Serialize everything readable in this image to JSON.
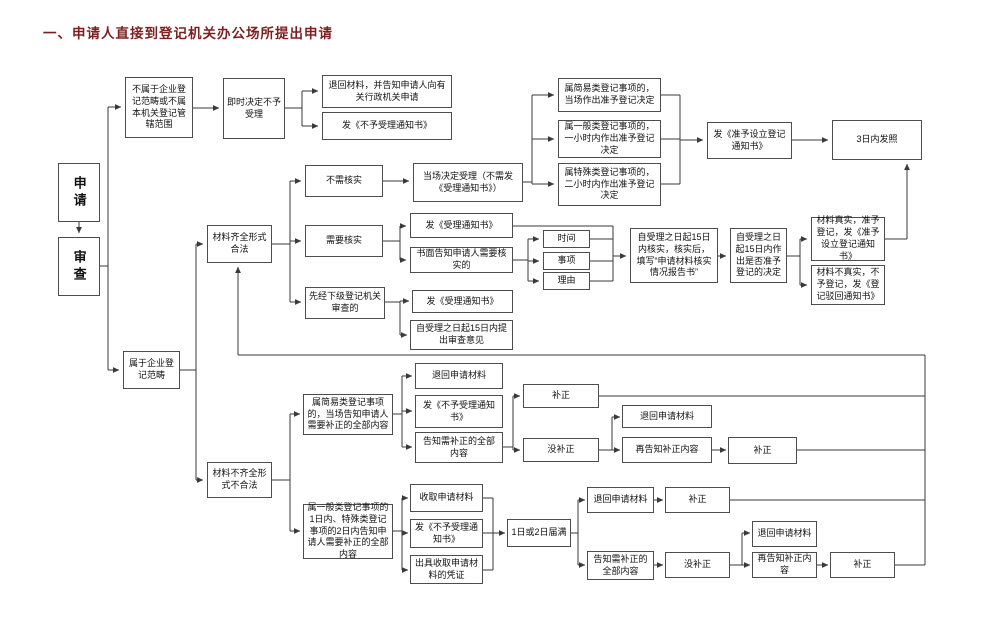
{
  "title": "一、申请人直接到登记机关办公场所提出申请",
  "colors": {
    "title": "#7d1f1f",
    "line": "#3a3a3a",
    "box_border": "#4d4d4d"
  },
  "boxes": {
    "apply": "申请",
    "review": "审查",
    "not_in_scope": "不属于企业登记范畴或不属本机关登记管辖范围",
    "reject_immediately": "即时决定不予受理",
    "return_materials_inform": "退回材料，并告知申请人向有关行政机关申请",
    "notice_no_accept_1": "发《不予受理通知书》",
    "in_scope": "属于企业登记范畴",
    "materials_complete": "材料齐全形式合法",
    "no_verify": "不需核实",
    "accept_on_spot": "当场决定受理（不需发《受理通知书》）",
    "simple_decide_onspot": "属简易类登记事项的，当场作出准予登记决定",
    "general_decide_1h": "属一般类登记事项的，一小时内作出准予登记决定",
    "special_decide_2h": "属特殊类登记事项的，二小时内作出准予登记决定",
    "notice_approve_setup": "发《准予设立登记通知书》",
    "license_3days": "3日内发照",
    "need_verify": "需要核实",
    "notice_accept": "发《受理通知书》",
    "written_inform_verify": "书面告知申请人需要核实的",
    "time": "时间",
    "matter": "事项",
    "reason": "理由",
    "verify_15days": "自受理之日起15日内核实，核实后，填写“申请材料核实情况报告书”",
    "decide_15days": "自受理之日起15日内作出是否准予登记的决定",
    "materials_true": "材料真实，准予登记，发《准予设立登记通知书》",
    "materials_false": "材料不真实，不予登记，发《登记驳回通知书》",
    "lower_review_first": "先经下级登记机关审查的",
    "notice_accept_2": "发《受理通知书》",
    "review_opinion_15days": "自受理之日起15日内提出审查意见",
    "materials_incomplete": "材料不齐全形式不合法",
    "simple_inform_onspot": "属简易类登记事项的，当场告知申请人需要补正的全部内容",
    "return_materials_1": "退回申请材料",
    "notice_no_accept_2": "发《不予受理通知书》",
    "inform_correction_1": "告知需补正的全部内容",
    "corrected_1": "补正",
    "not_corrected_1": "没补正",
    "return_materials_2": "退回申请材料",
    "reinform_correction_1": "再告知补正内容",
    "corrected_2": "补正",
    "general_inform_12days": "属一般类登记事项的1日内、特殊类登记事项的2日内告知申请人需要补正的全部内容",
    "collect_materials": "收取申请材料",
    "notice_no_accept_3": "发《不予受理通知书》",
    "issue_receipt": "出具收取申请材料的凭证",
    "expire_12days": "1日或2日届满",
    "return_materials_3": "退回申请材料",
    "inform_correction_2": "告知需补正的全部内容",
    "corrected_3": "补正",
    "not_corrected_2": "没补正",
    "return_materials_4": "退回申请材料",
    "reinform_correction_2": "再告知补正内容",
    "corrected_4": "补正"
  }
}
